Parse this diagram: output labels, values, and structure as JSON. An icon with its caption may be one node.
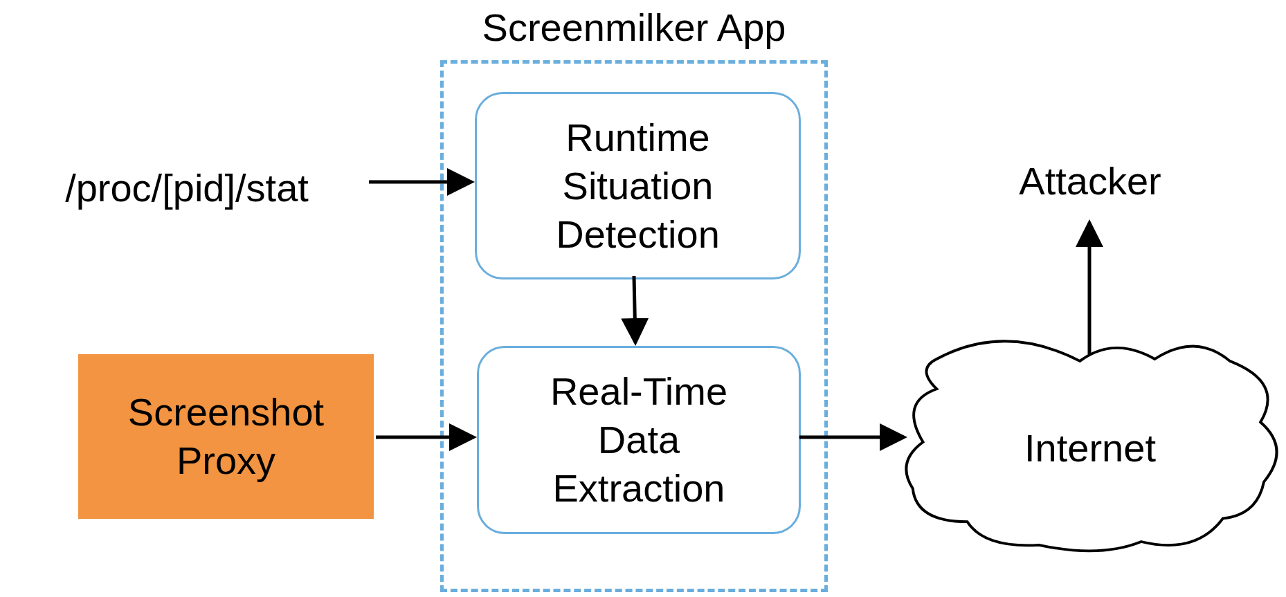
{
  "diagram": {
    "nodes": [
      {
        "text": [
          "Screenmilker App"
        ]
      },
      {
        "text": [
          "Runtime Situation Detection"
        ],
        "in": 0
      },
      {
        "text": [
          "Real-Time Data Extraction"
        ],
        "in": 0
      },
      {
        "text": [
          "/proc/[pid]/stat"
        ]
      },
      {
        "text": [
          "Screenshot Proxy"
        ]
      },
      {
        "text": [
          "Internet"
        ]
      },
      {
        "text": [
          "Attacker"
        ]
      }
    ],
    "edges": [
      {
        "from": 3,
        "to": 1,
        "arrow": "to"
      },
      {
        "from": 1,
        "to": 2,
        "arrow": "to"
      },
      {
        "from": 4,
        "to": 2,
        "arrow": "to"
      },
      {
        "from": 2,
        "to": 5,
        "arrow": "to"
      },
      {
        "from": 5,
        "to": 6,
        "arrow": "to"
      }
    ]
  }
}
